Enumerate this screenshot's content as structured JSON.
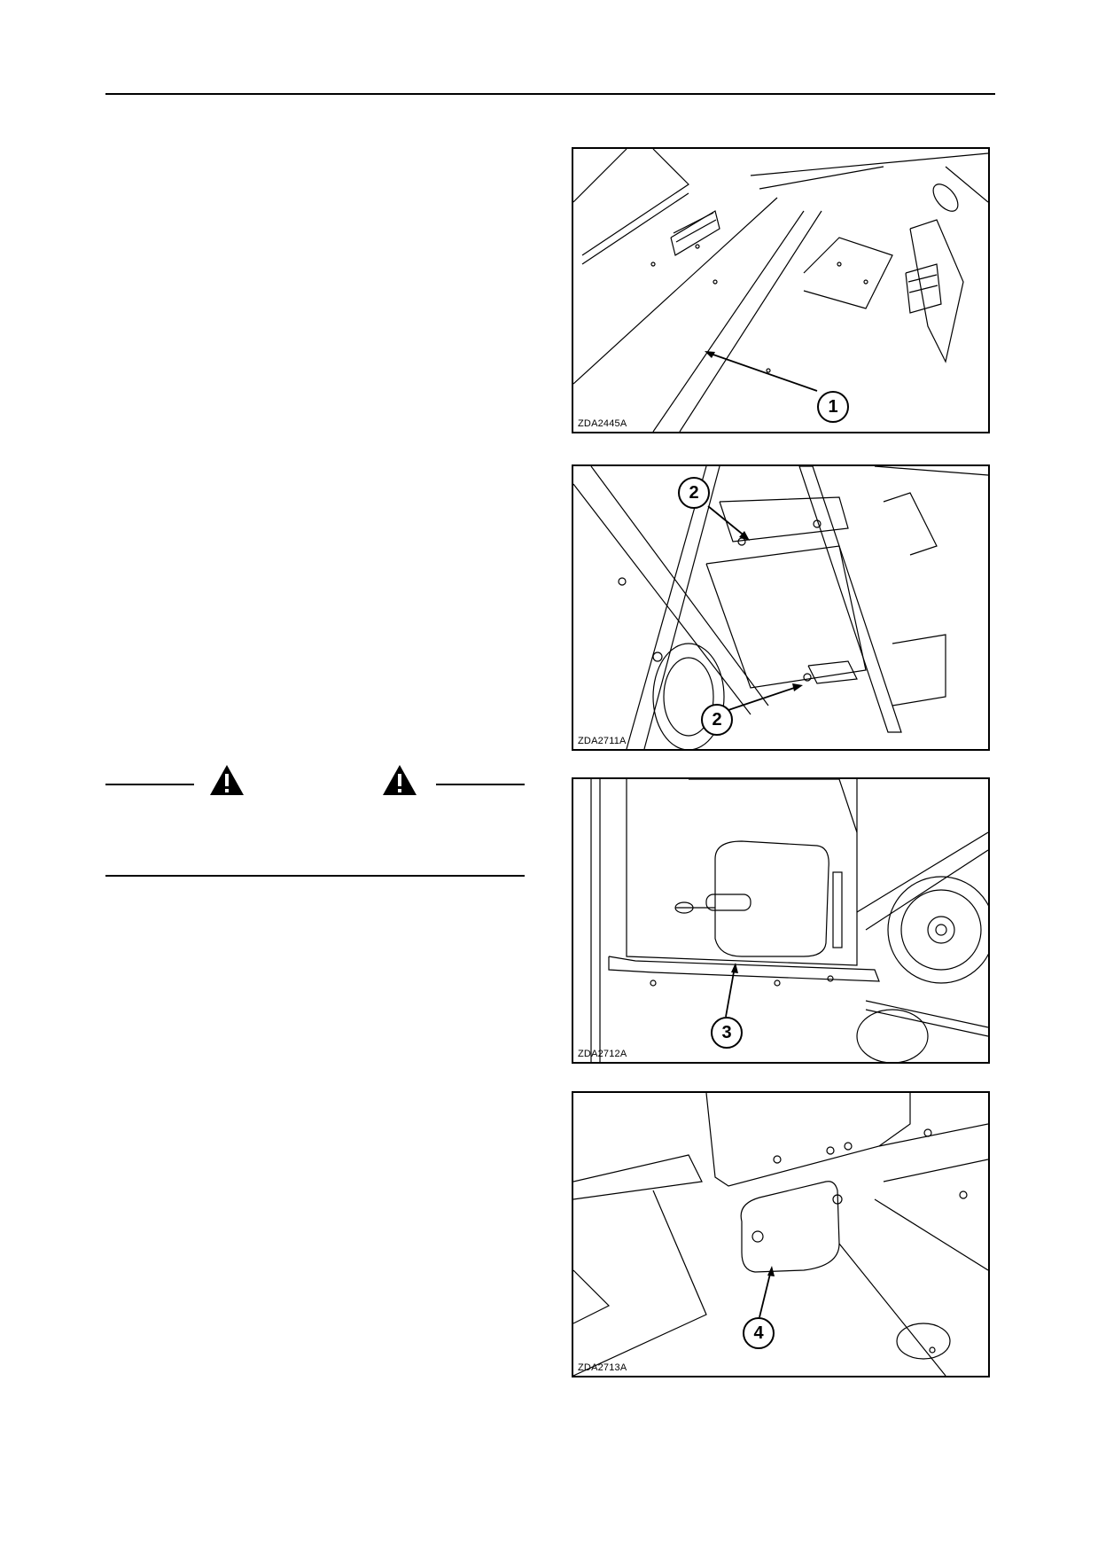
{
  "figures": [
    {
      "code": "ZDA2445A",
      "callouts": [
        "1"
      ]
    },
    {
      "code": "ZDA2711A",
      "callouts": [
        "2",
        "2"
      ]
    },
    {
      "code": "ZDA2712A",
      "callouts": [
        "3"
      ]
    },
    {
      "code": "ZDA2713A",
      "callouts": [
        "4"
      ]
    }
  ],
  "warning": {
    "icon": "warning-triangle-icon"
  }
}
